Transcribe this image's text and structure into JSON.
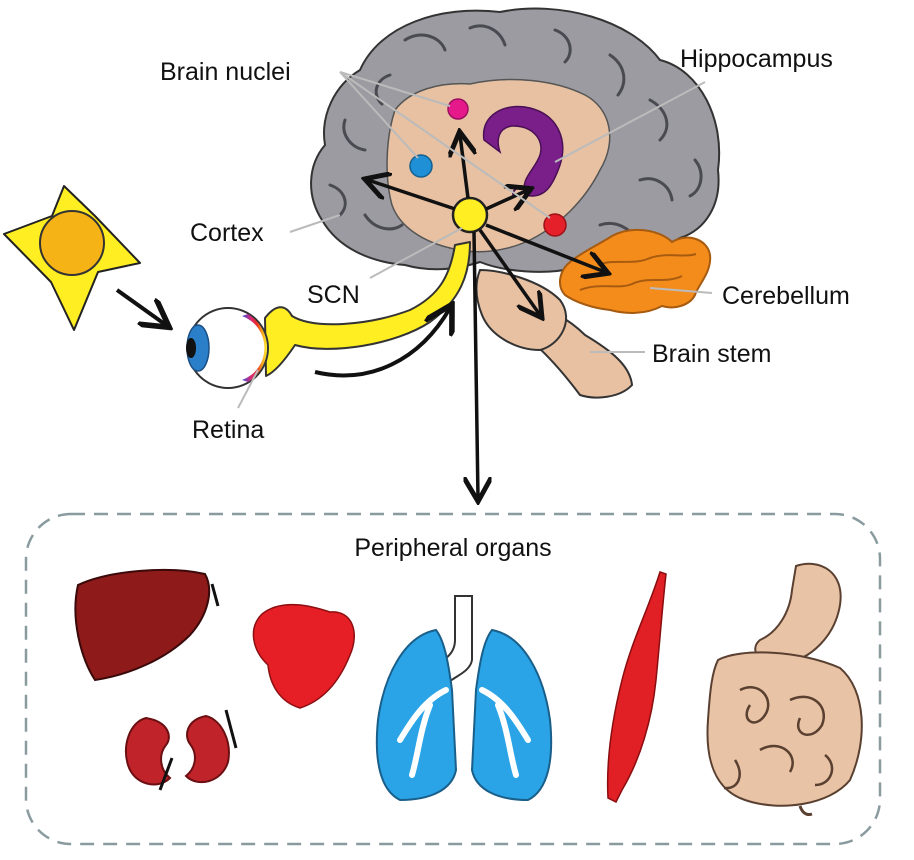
{
  "labels": {
    "brain_nuclei": "Brain nuclei",
    "hippocampus": "Hippocampus",
    "cortex": "Cortex",
    "scn": "SCN",
    "cerebellum": "Cerebellum",
    "brain_stem": "Brain stem",
    "retina": "Retina",
    "peripheral_organs": "Peripheral organs"
  },
  "colors": {
    "sun_core": "#f5b316",
    "sun_rays": "#ffee22",
    "brain_gray": "#9b9ba1",
    "brain_inner": "#e7c1a2",
    "scn": "#ffee22",
    "hippocampus": "#7a1f8a",
    "nucleus_magenta": "#e6198a",
    "nucleus_blue": "#1f8fd6",
    "nucleus_red": "#e6202a",
    "cerebellum": "#f48c1c",
    "liver": "#8e1a1a",
    "heart": "#e61e25",
    "kidney": "#c0242a",
    "lungs": "#2aa4e6",
    "muscle": "#e02024",
    "intestine": "#e8c3a6"
  },
  "icons": [
    "sun-icon",
    "eye-icon",
    "brain-icon",
    "liver-icon",
    "kidneys-icon",
    "heart-icon",
    "lungs-icon",
    "muscle-icon",
    "intestine-icon"
  ]
}
